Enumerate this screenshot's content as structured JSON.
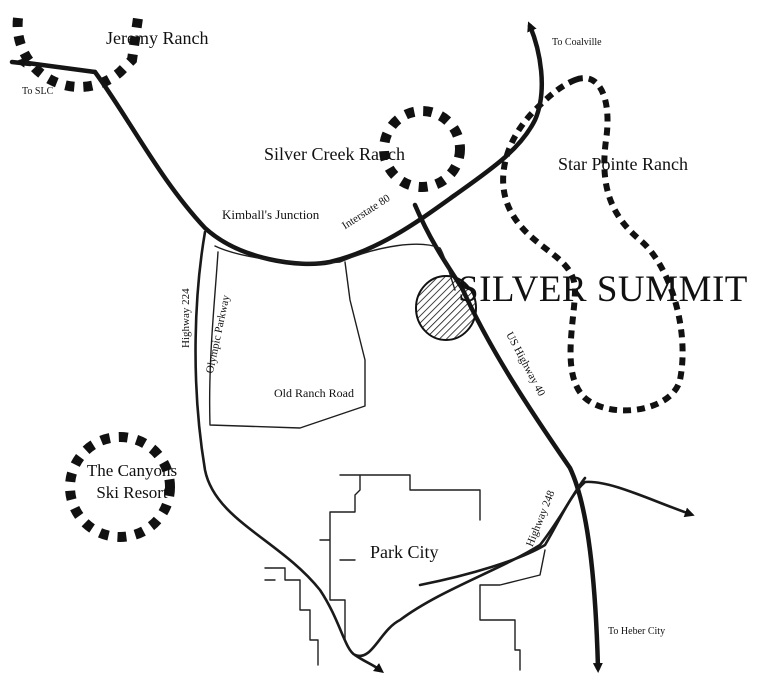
{
  "places": {
    "jeremy_ranch": "Jeremy Ranch",
    "silver_creek_ranch": "Silver Creek Ranch",
    "star_pointe_ranch": "Star Pointe Ranch",
    "silver_summit": "SILVER SUMMIT",
    "canyons_line1": "The Canyons",
    "canyons_line2": "Ski Resort",
    "park_city": "Park City"
  },
  "roads": {
    "kimballs_junction": "Kimball's Junction",
    "interstate_80": "Interstate 80",
    "highway_224": "Highway 224",
    "olympic_parkway": "Olympic Parkway",
    "old_ranch_road": "Old Ranch Road",
    "us_highway_40": "US Highway 40",
    "highway_248": "Highway 248"
  },
  "destinations": {
    "to_slc": "To SLC",
    "to_coalville": "To Coalville",
    "to_heber_city": "To Heber City"
  },
  "colors": {
    "ink": "#111111",
    "paper": "#ffffff"
  }
}
